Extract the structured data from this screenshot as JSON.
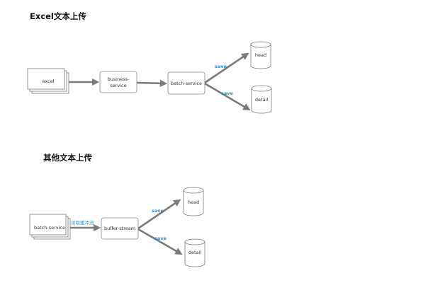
{
  "section1": {
    "title": "Excel文本上传",
    "nodes": {
      "source": "excel",
      "business": [
        "business-",
        "service"
      ],
      "batch": "batch-service",
      "head": "head",
      "detail": "detail"
    },
    "edges": {
      "save_head": "save",
      "save_detail": "save"
    }
  },
  "section2": {
    "title": "其他文本上传",
    "nodes": {
      "source": "batch-service",
      "buffer": "buffer-stream",
      "head": "head",
      "detail": "detail"
    },
    "edges": {
      "read_buffer": "读取缓冲流",
      "save_head": "save",
      "save_detail": "save"
    }
  },
  "colors": {
    "arrow": "#7b7b7b",
    "edge_label": "#2a8fd0",
    "box_border": "#8a8a8a"
  }
}
